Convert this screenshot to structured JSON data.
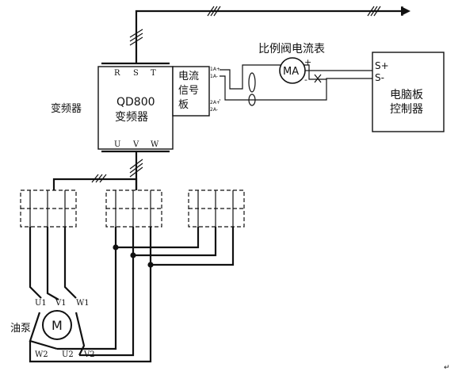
{
  "inverter": {
    "label_outside": "变频器",
    "model": "QD800",
    "name": "变频器",
    "terminals_in": [
      "R",
      "S",
      "T"
    ],
    "terminals_out": [
      "U",
      "V",
      "W"
    ]
  },
  "signal_board": {
    "chars": [
      "电流",
      "信号",
      "板"
    ],
    "pins": [
      "1A+",
      "1A-",
      "2A+",
      "2A-"
    ]
  },
  "ammeter": {
    "title": "比例阀电流表",
    "symbol": "MA",
    "plus": "+",
    "minus": "-"
  },
  "controller": {
    "line1": "电脑板",
    "line2": "控制器",
    "s_plus": "S+",
    "s_minus": "S-"
  },
  "motor": {
    "label": "油泵",
    "symbol": "M",
    "top_terminals": [
      "U1",
      "V1",
      "W1"
    ],
    "bottom_terminals": [
      "W2",
      "U2",
      "V2"
    ]
  },
  "footer_mark": "↵"
}
